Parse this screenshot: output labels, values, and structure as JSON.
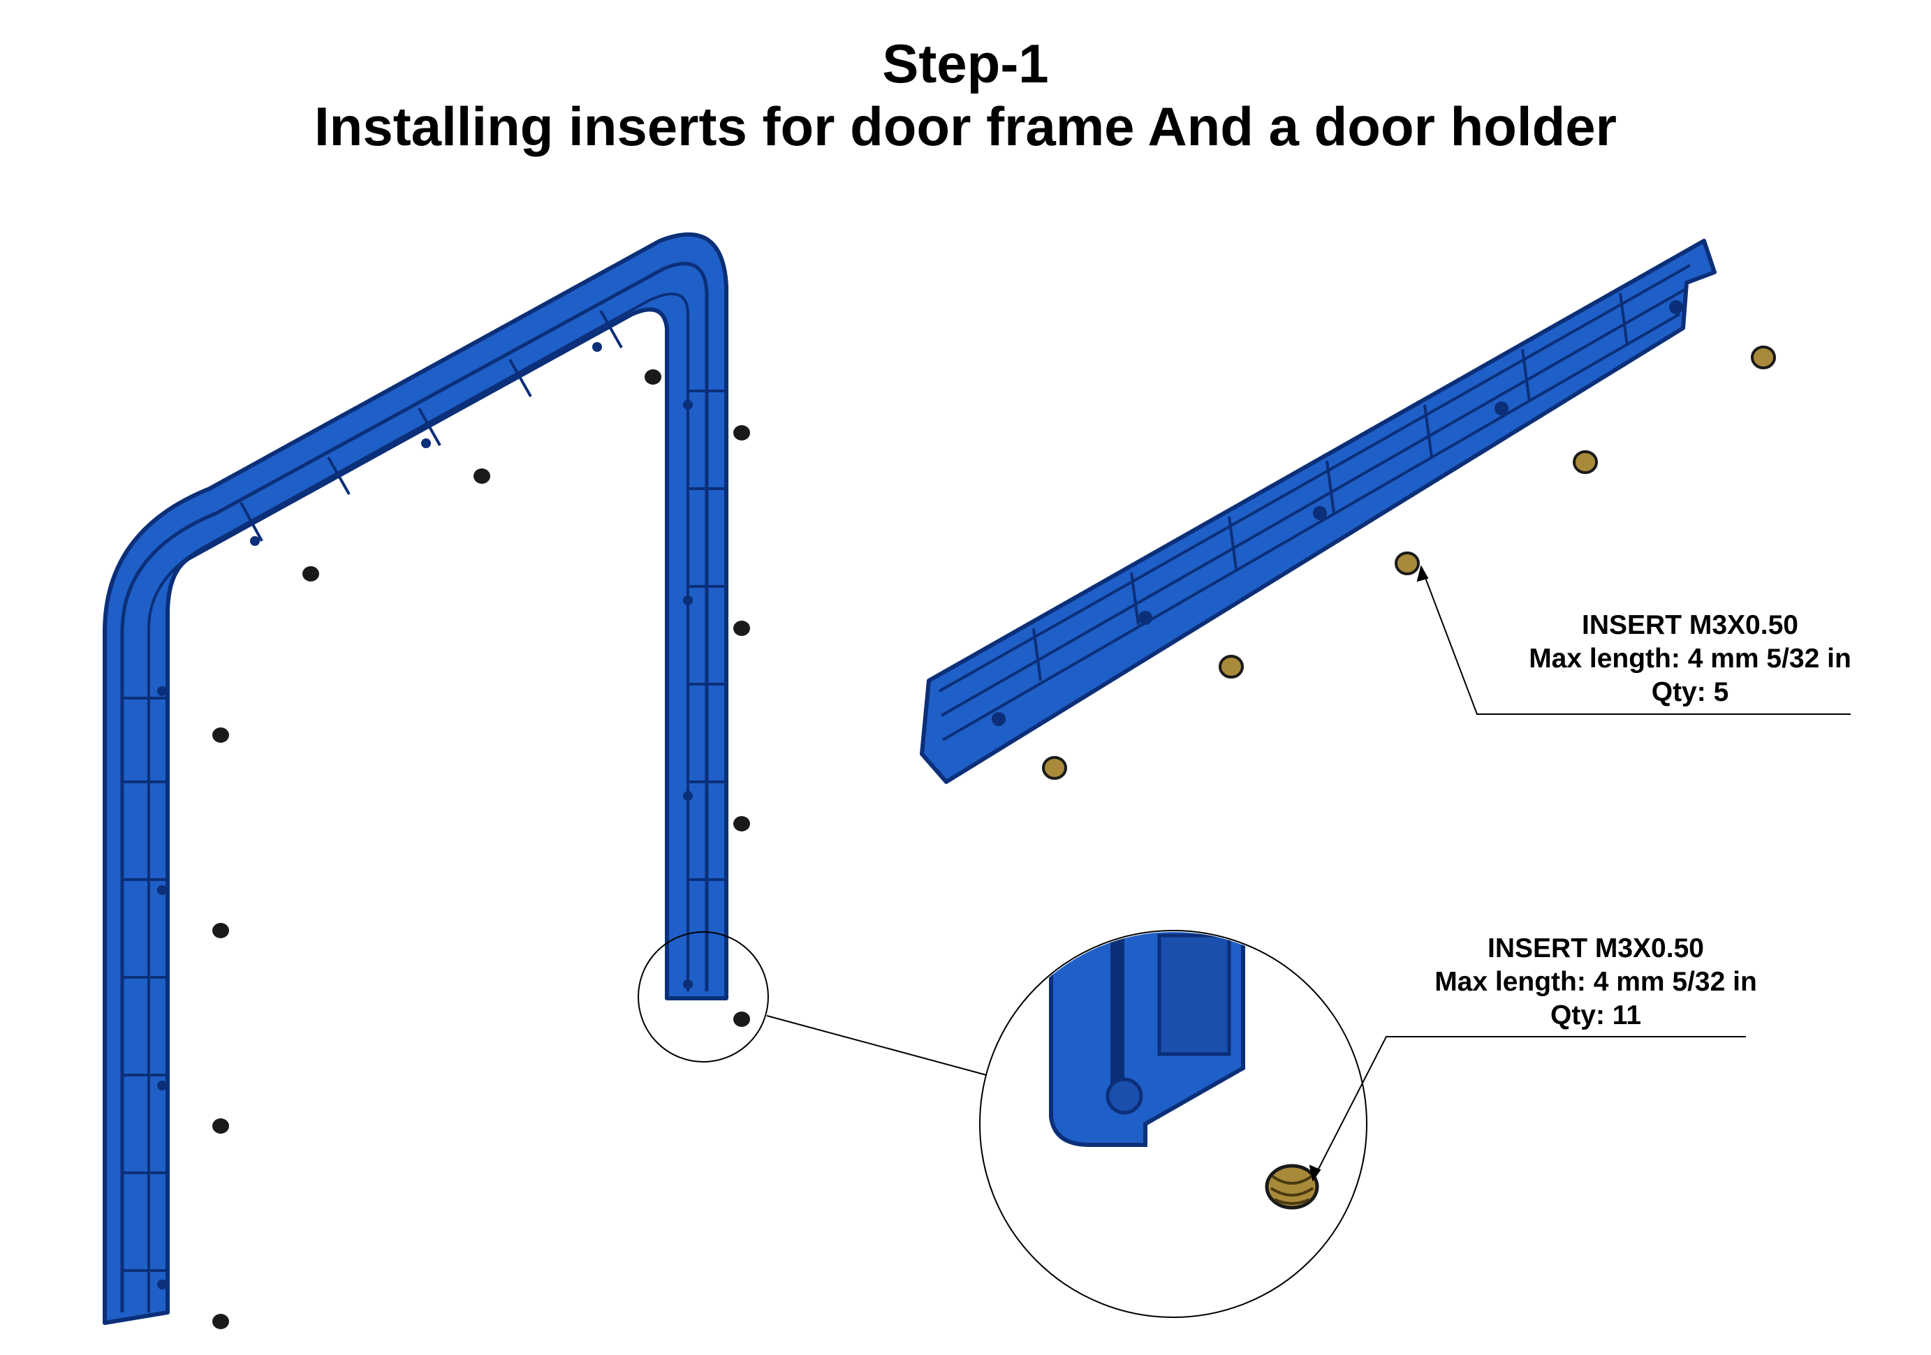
{
  "title": {
    "line1": "Step-1",
    "line2": "Installing inserts for door frame And a door holder"
  },
  "callouts": [
    {
      "name": "INSERT M3X0.50",
      "length": "Max length: 4 mm   5/32 in",
      "qty": "Qty: 5"
    },
    {
      "name": "INSERT M3X0.50",
      "length": "Max length: 4 mm  5/32 in",
      "qty": "Qty: 11"
    }
  ],
  "colors": {
    "part_blue": "#1f5fc8",
    "part_edge": "#0b2f78",
    "insert_black": "#1a1a1a",
    "insert_brass": "#a88a3a",
    "line": "#000000"
  },
  "icons": [
    "door-frame-part",
    "door-holder-part",
    "threaded-insert",
    "detail-magnifier-circle"
  ]
}
